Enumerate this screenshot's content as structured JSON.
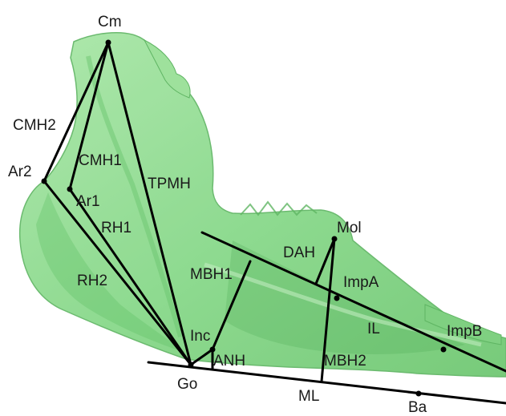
{
  "figure": {
    "bone_color": "#86d888",
    "bone_shade": "#4fae55",
    "line_color": "#000000",
    "landmarks": {
      "cm": "Cm",
      "ar1": "Ar1",
      "ar2": "Ar2",
      "go": "Go",
      "inc": "Inc",
      "mol": "Mol",
      "impa": "ImpA",
      "impb": "ImpB",
      "ba": "Ba",
      "ml": "ML"
    },
    "measures": {
      "cmh2": "CMH2",
      "cmh1": "CMH1",
      "tpmh": "TPMH",
      "rh1": "RH1",
      "rh2": "RH2",
      "mbh1": "MBH1",
      "dah": "DAH",
      "il": "IL",
      "anh": "ANH",
      "mbh2": "MBH2"
    }
  }
}
